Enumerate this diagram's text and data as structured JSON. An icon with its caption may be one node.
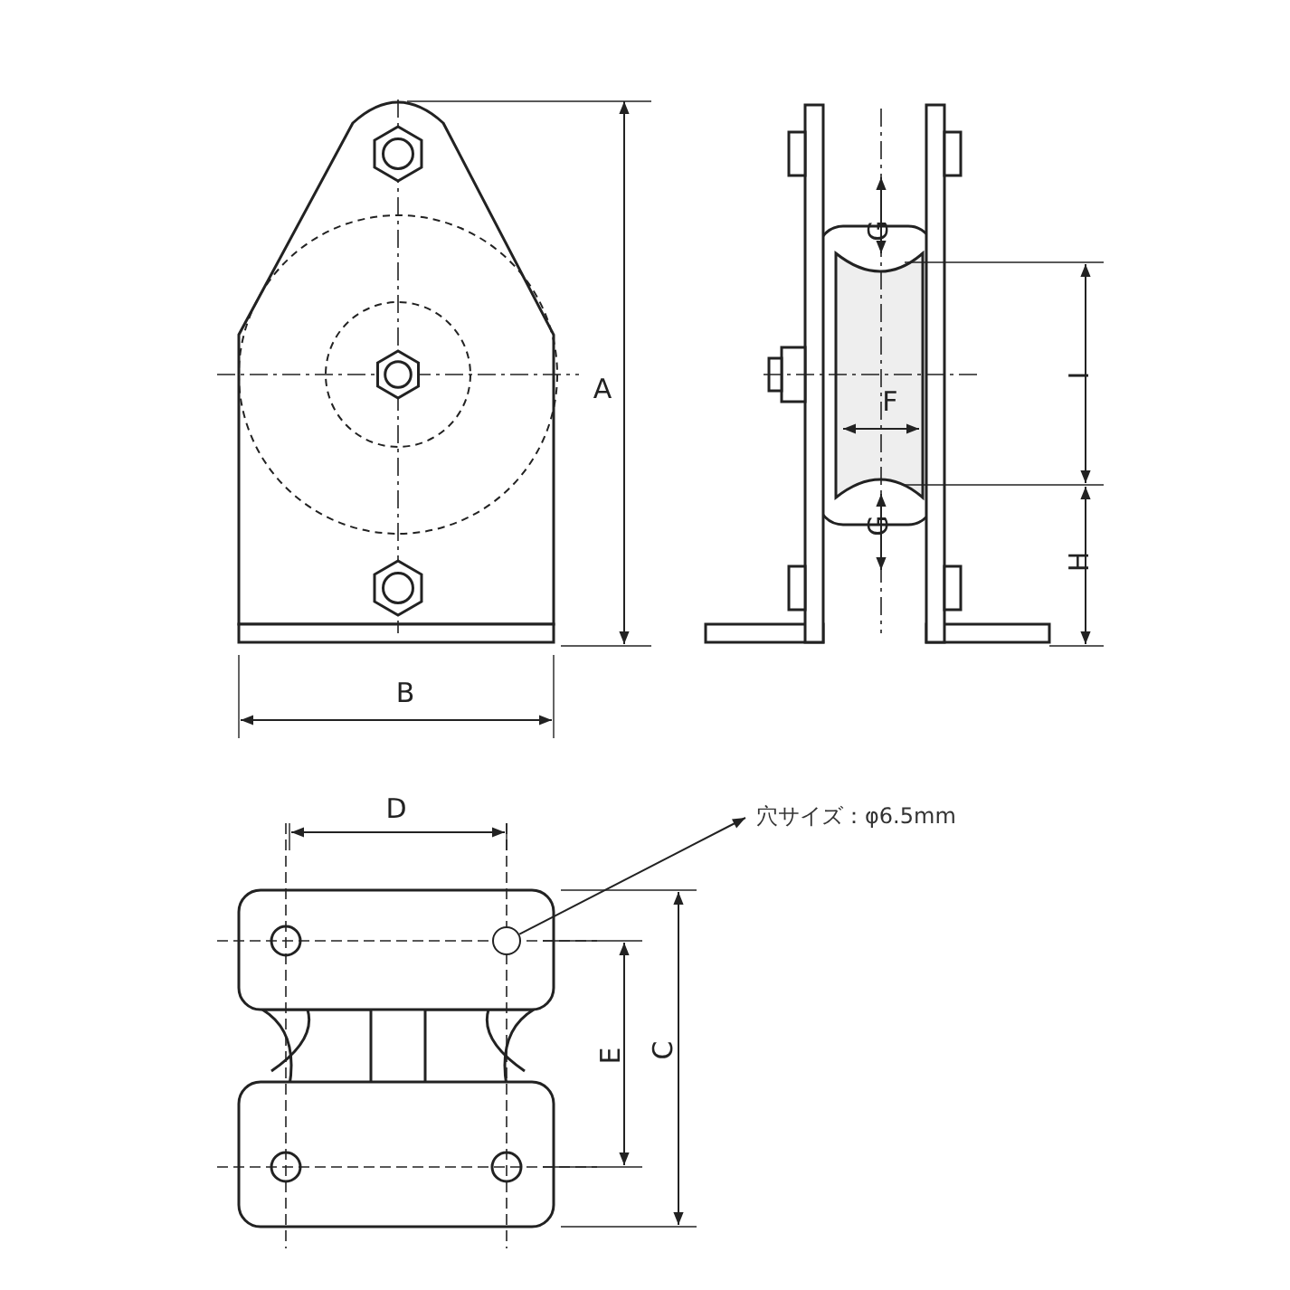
{
  "diagram": {
    "nodes": [
      {
        "text": [
          "穴サイズ：φ6.5mm"
        ]
      },
      {
        "text": [],
        "shape": "circle"
      }
    ],
    "edges": [
      {
        "from": 1,
        "to": 0,
        "arrow": "to"
      }
    ],
    "labels": [
      "A",
      "G",
      "I",
      "F",
      "G",
      "H",
      "B",
      "D",
      "C",
      "E"
    ]
  }
}
